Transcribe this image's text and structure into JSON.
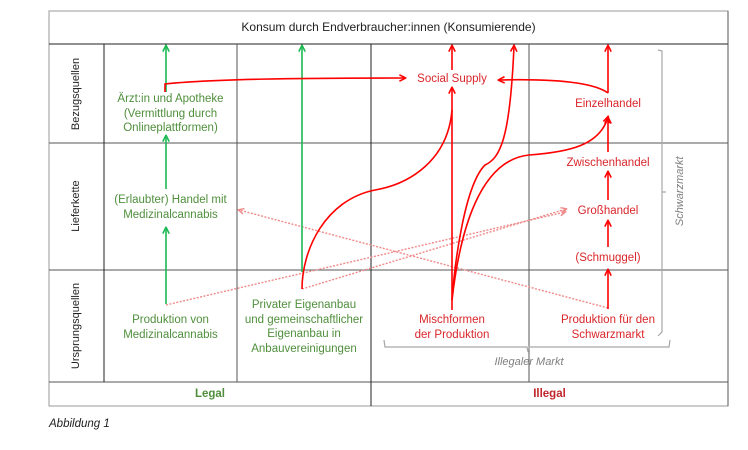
{
  "header": {
    "title": "Konsum durch Endverbraucher:innen (Konsumierende)"
  },
  "rows": [
    {
      "label": "Bezugsquellen"
    },
    {
      "label": "Lieferkette"
    },
    {
      "label": "Ursprungsquellen"
    }
  ],
  "legal": {
    "footer_label": "Legal",
    "nodes": {
      "aerztin": [
        "Ärzt:in und Apotheke",
        "(Vermittlung durch",
        "Onlineplattformen)"
      ],
      "handel": [
        "(Erlaubter) Handel mit",
        "Medizinalcannabis"
      ],
      "produktion": [
        "Produktion von",
        "Medizinalcannabis"
      ],
      "eigenanbau": [
        "Privater Eigenanbau",
        "und gemeinschaftlicher",
        "Eigenanbau in",
        "Anbauvereinigungen"
      ]
    }
  },
  "illegal": {
    "footer_label": "Illegal",
    "nodes": {
      "social_supply": "Social Supply",
      "einzelhandel": "Einzelhandel",
      "zwischenhandel": "Zwischenhandel",
      "grosshandel": "Großhandel",
      "schmuggel": "(Schmuggel)",
      "mischformen": [
        "Mischformen",
        "der Produktion"
      ],
      "produktion_schwarzmarkt": [
        "Produktion für den",
        "Schwarzmarkt"
      ]
    },
    "brackets": {
      "schwarzmarkt": "Schwarzmarkt",
      "illegaler_markt": "Illegaler Markt"
    }
  },
  "caption": "Abbildung 1",
  "colors": {
    "legal": "#1db954",
    "legal_text": "#4f8f3c",
    "illegal": "#ff0000",
    "illegal_text": "#d9262b",
    "dotted": "#f08a8a",
    "bracket": "#a6a6a6",
    "grid": "#3a3a3a"
  }
}
